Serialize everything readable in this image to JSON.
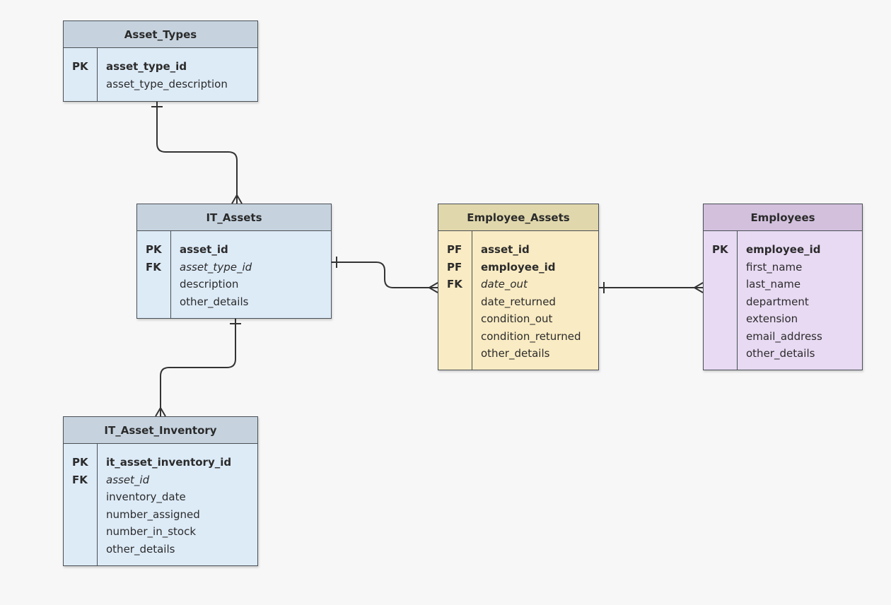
{
  "entities": {
    "asset_types": {
      "name": "Asset_Types",
      "keys": [
        "PK",
        ""
      ],
      "fields": [
        "asset_type_id",
        "asset_type_description"
      ]
    },
    "it_assets": {
      "name": "IT_Assets",
      "keys": [
        "PK",
        "FK",
        "",
        ""
      ],
      "fields": [
        "asset_id",
        "asset_type_id",
        "description",
        "other_details"
      ]
    },
    "employee_assets": {
      "name": "Employee_Assets",
      "keys": [
        "PF",
        "PF",
        "FK",
        "",
        "",
        "",
        ""
      ],
      "fields": [
        "asset_id",
        "employee_id",
        "date_out",
        "date_returned",
        "condition_out",
        "condition_returned",
        "other_details"
      ]
    },
    "employees": {
      "name": "Employees",
      "keys": [
        "PK",
        "",
        "",
        "",
        "",
        "",
        ""
      ],
      "fields": [
        "employee_id",
        "first_name",
        "last_name",
        "department",
        "extension",
        "email_address",
        "other_details"
      ]
    },
    "it_asset_inventory": {
      "name": "IT_Asset_Inventory",
      "keys": [
        "PK",
        "FK",
        "",
        "",
        "",
        ""
      ],
      "fields": [
        "it_asset_inventory_id",
        "asset_id",
        "inventory_date",
        "number_assigned",
        "number_in_stock",
        "other_details"
      ]
    }
  },
  "colors": {
    "blue_body": "#ddebf7",
    "blue_header": "#c6d3df",
    "yellow_body": "#f9ebc3",
    "yellow_header": "#e0d7ac",
    "purple_body": "#e8daf3",
    "purple_header": "#d2c0dd",
    "line": "#333333",
    "background": "#f7f7f7"
  }
}
